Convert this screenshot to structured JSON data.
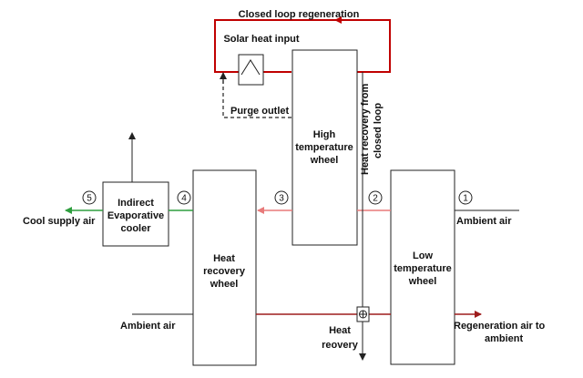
{
  "labels": {
    "closed_loop": "Closed loop regeneration",
    "solar": "Solar heat input",
    "purge": "Purge outlet",
    "htw": [
      "High",
      "temperature",
      "wheel"
    ],
    "heat_recovery_closed": [
      "Heat recovery from",
      "closed loop"
    ],
    "iec": [
      "Indirect",
      "Evaporative",
      "cooler"
    ],
    "hrw": [
      "Heat",
      "recovery",
      "wheel"
    ],
    "ltw": [
      "Low",
      "temperature",
      "wheel"
    ],
    "cool_supply": "Cool supply air",
    "ambient_right": "Ambient air",
    "ambient_left": "Ambient air",
    "regen": [
      "Regeneration air to",
      "ambient"
    ],
    "heat_reovery": [
      "Heat",
      "reovery"
    ]
  },
  "state_points": [
    "1",
    "2",
    "3",
    "4",
    "5"
  ],
  "colors": {
    "red_loop": "#c00000",
    "dark_red": "#9e1b1b",
    "light_red": "#e87a7a",
    "green": "#2e9e3e",
    "line": "#222222"
  }
}
